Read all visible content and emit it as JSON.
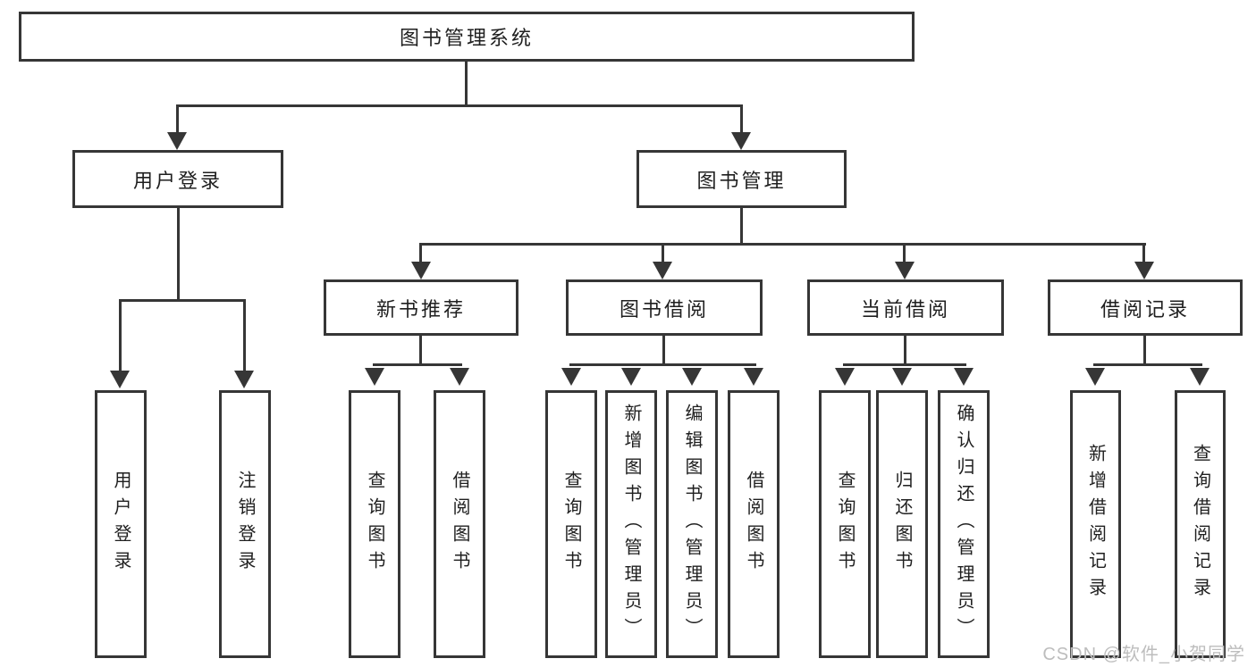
{
  "title": {
    "label": "图书管理系统"
  },
  "branches": {
    "user": {
      "label": "用户登录",
      "children": [
        {
          "label": "用户登录"
        },
        {
          "label": "注销登录"
        }
      ]
    },
    "book": {
      "label": "图书管理",
      "sections": [
        {
          "label": "新书推荐",
          "children": [
            {
              "label": "查询图书"
            },
            {
              "label": "借阅图书"
            }
          ]
        },
        {
          "label": "图书借阅",
          "children": [
            {
              "label": "查询图书"
            },
            {
              "label": "新增图书（管理员）"
            },
            {
              "label": "编辑图书（管理员）"
            },
            {
              "label": "借阅图书"
            }
          ]
        },
        {
          "label": "当前借阅",
          "children": [
            {
              "label": "查询图书"
            },
            {
              "label": "归还图书"
            },
            {
              "label": "确认归还（管理员）"
            }
          ]
        },
        {
          "label": "借阅记录",
          "children": [
            {
              "label": "新增借阅记录"
            },
            {
              "label": "查询借阅记录"
            }
          ]
        }
      ]
    }
  },
  "watermark": {
    "text": "CSDN @软件_小贺同学"
  },
  "colors": {
    "line": "#363636",
    "text": "#1f1f1f",
    "watermark": "#bdbdbd",
    "background": "#ffffff"
  }
}
